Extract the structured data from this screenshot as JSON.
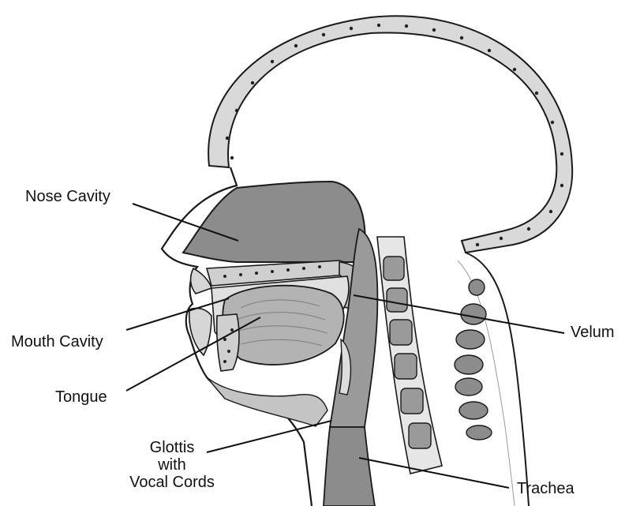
{
  "labels": {
    "nose_cavity": "Nose Cavity",
    "mouth_cavity": "Mouth Cavity",
    "tongue": "Tongue",
    "glottis_line1": "Glottis",
    "glottis_line2": "with",
    "glottis_line3": "Vocal Cords",
    "velum": "Velum",
    "trachea": "Trachea"
  },
  "colors": {
    "background": "#ffffff",
    "outline": "#1a1a1a",
    "cavity_fill": "#8c8c8c",
    "tissue_fill": "#bdbdbd",
    "light_fill": "#e6e6e6",
    "bone_dots": "#222222"
  }
}
